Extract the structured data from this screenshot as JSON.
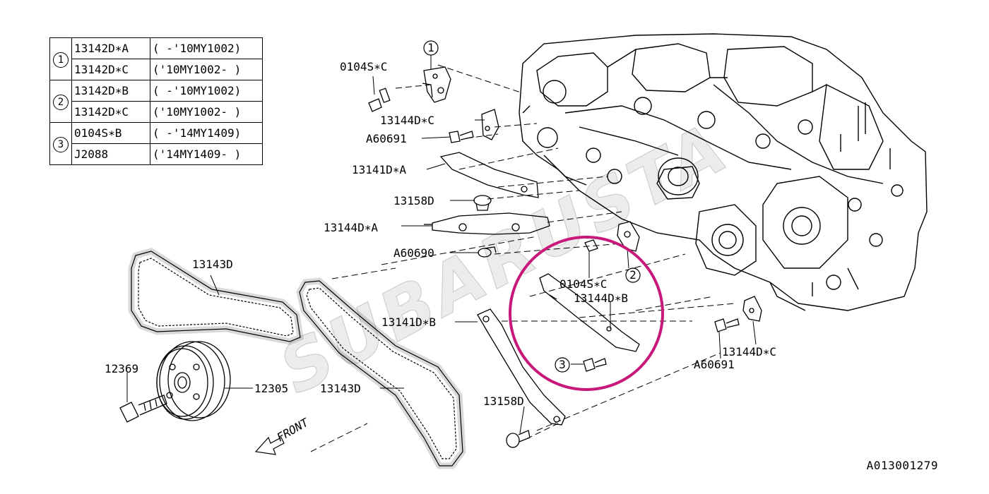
{
  "table": {
    "rows": [
      {
        "index": "1",
        "items": [
          {
            "part": "13142D∗A",
            "range": "( -'10MY1002)"
          },
          {
            "part": "13142D∗C",
            "range": "('10MY1002- )"
          }
        ]
      },
      {
        "index": "2",
        "items": [
          {
            "part": "13142D∗B",
            "range": "( -'10MY1002)"
          },
          {
            "part": "13142D∗C",
            "range": "('10MY1002- )"
          }
        ]
      },
      {
        "index": "3",
        "items": [
          {
            "part": "0104S∗B",
            "range": "( -'14MY1409)"
          },
          {
            "part": "J2088",
            "range": "('14MY1409- )"
          }
        ]
      }
    ]
  },
  "labels": {
    "callout_1": "1",
    "callout_2": "2",
    "callout_3": "3",
    "p_0104sc_top": "0104S∗C",
    "p_13144dc_top": "13144D∗C",
    "p_a60691_top": "A60691",
    "p_13141da": "13141D∗A",
    "p_13158d_top": "13158D",
    "p_13144da": "13144D∗A",
    "p_a60690": "A60690",
    "p_13143d_top": "13143D",
    "p_0104sc_mid": "0104S∗C",
    "p_13144db": "13144D∗B",
    "p_13141db": "13141D∗B",
    "p_12369": "12369",
    "p_12305": "12305",
    "p_13143d_bot": "13143D",
    "p_13158d_bot": "13158D",
    "p_13144dc_right": "13144D∗C",
    "p_a60691_right": "A60691",
    "front": "FRONT",
    "watermark": "SUBARUSTA",
    "figure_id": "A013001279"
  },
  "colors": {
    "highlight_circle": "#c8187a",
    "watermark": "#d9d9d9",
    "line": "#000000"
  }
}
